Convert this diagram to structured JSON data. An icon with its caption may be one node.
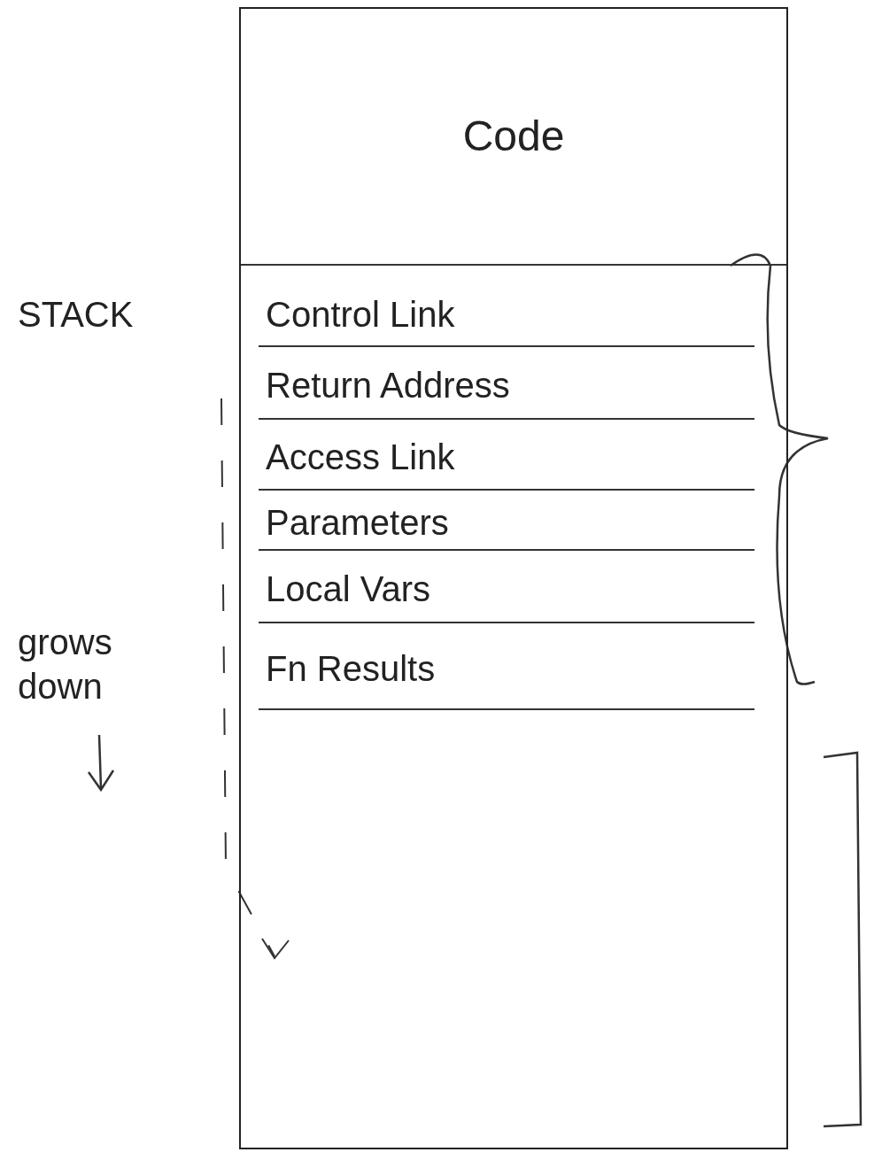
{
  "diagram": {
    "nodes": [
      {
        "text": [],
        "shape": "box"
      },
      {
        "text": [
          "Code"
        ],
        "in": 0
      },
      {
        "text": [
          "Control Link"
        ],
        "in": 0
      },
      {
        "text": [
          "Return Address"
        ],
        "in": 0
      },
      {
        "text": [
          "Access Link"
        ],
        "in": 0
      },
      {
        "text": [
          "Parameters"
        ],
        "in": 0
      },
      {
        "text": [
          "Local Vars"
        ],
        "in": 0
      },
      {
        "text": [
          "Fn Results"
        ],
        "in": 0
      }
    ],
    "labels": [
      "STACK",
      "grows down"
    ]
  }
}
